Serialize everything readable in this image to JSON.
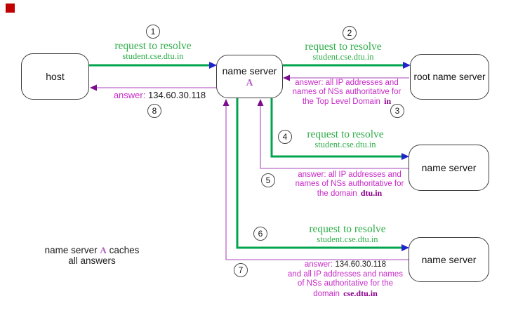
{
  "diagram": {
    "nodes": {
      "host": {
        "label": "host"
      },
      "ns_a": {
        "label": "name server",
        "sublabel": "A"
      },
      "root": {
        "label": "root name server"
      },
      "ns_tld": {
        "label": "name server"
      },
      "ns_auth": {
        "label": "name server"
      }
    },
    "request": {
      "line1": "request to resolve",
      "line2": "student.cse.dtu.in"
    },
    "steps": {
      "s1": "1",
      "s2": "2",
      "s3": "3",
      "s4": "4",
      "s5": "5",
      "s6": "6",
      "s7": "7",
      "s8": "8"
    },
    "answers": {
      "ans8": {
        "prefix": "answer:",
        "value": "134.60.30.118"
      },
      "ans3": {
        "line1": "answer: all IP addresses and",
        "line2": "names of NSs authoritative for",
        "line3": "the Top Level Domain",
        "domain": "in"
      },
      "ans5": {
        "line1": "answer: all IP addresses and",
        "line2": "names of NSs authoritative for",
        "line3": "the domain",
        "domain": "dtu.in"
      },
      "ans7": {
        "prefix": "answer:",
        "value": "134.60.30.118",
        "line2": "and all IP addresses and names",
        "line3": "of NSs authoritative for the",
        "line4": "domain",
        "domain": "cse.dtu.in"
      }
    },
    "caption": {
      "pre": "name server",
      "highlight": "A",
      "post": "caches",
      "line2": "all answers"
    },
    "colors": {
      "request_text": "#2fad49",
      "request_line": "#00a44c",
      "request_arrowhead": "#2323cd",
      "answer_text": "#c72ac7",
      "answer_line": "#c583d2",
      "answer_arrowhead": "#7d0d8f",
      "domain_text": "#8b008b",
      "marker": "#c00000"
    }
  }
}
